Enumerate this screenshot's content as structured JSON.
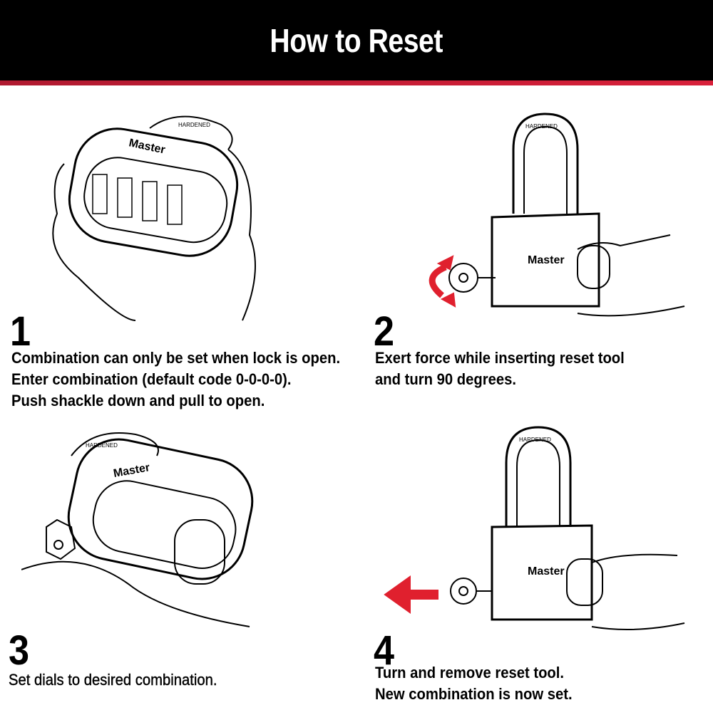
{
  "title": "How to Reset",
  "colors": {
    "header_bg": "#000000",
    "stripe": "#d8203a",
    "arrow": "#e0202e"
  },
  "steps": [
    {
      "number": "1",
      "lines": [
        "Combination can only be set when lock is open.",
        "Enter combination (default code 0-0-0-0).",
        "Push shackle down and pull to open."
      ]
    },
    {
      "number": "2",
      "lines": [
        "Exert force while inserting reset tool",
        "and turn 90 degrees."
      ]
    },
    {
      "number": "3",
      "lines": [
        "Set dials to desired combination."
      ]
    },
    {
      "number": "4",
      "lines": [
        "Turn and remove reset tool.",
        "New combination is now set."
      ]
    }
  ],
  "lock": {
    "brand": "Master",
    "shackle_text": "HARDENED"
  }
}
